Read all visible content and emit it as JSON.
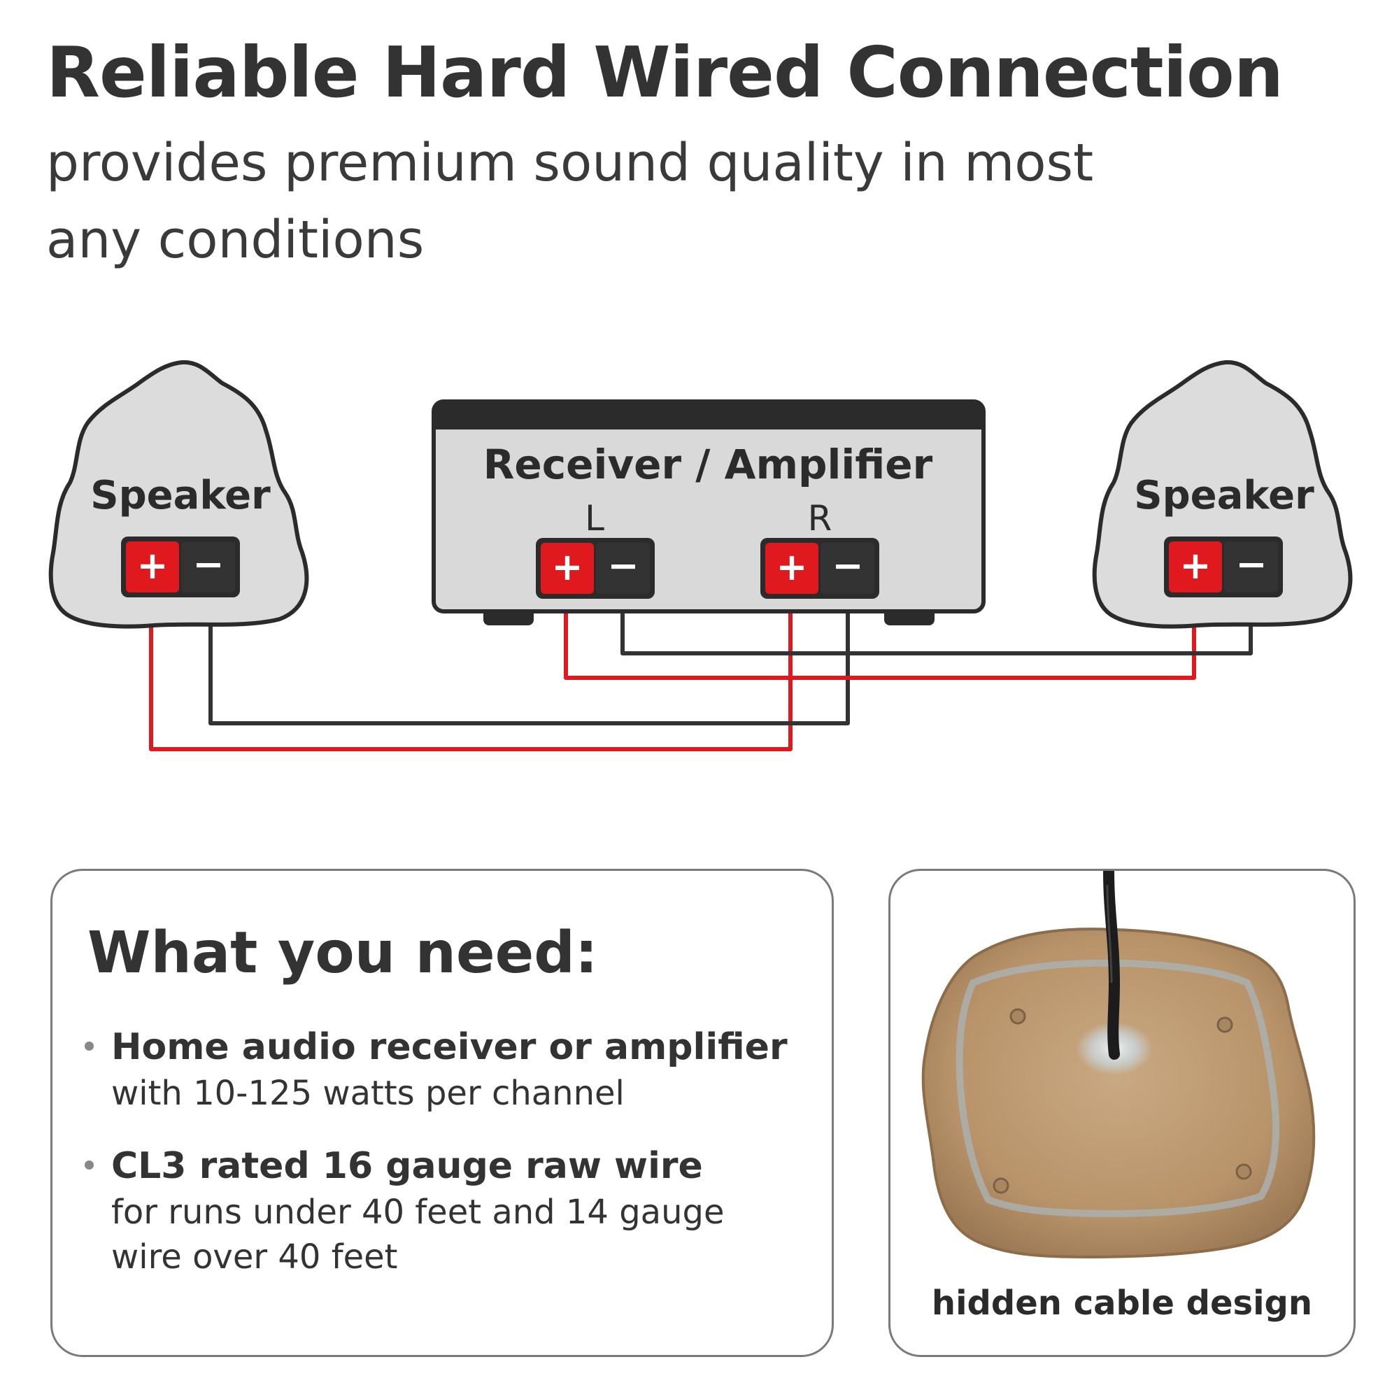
{
  "header": {
    "title": "Reliable Hard Wired Connection",
    "subtitle": "provides premium sound quality in most any conditions"
  },
  "diagram": {
    "left_speaker": {
      "label": "Speaker",
      "plus": "+",
      "minus": "−"
    },
    "right_speaker": {
      "label": "Speaker",
      "plus": "+",
      "minus": "−"
    },
    "amplifier": {
      "label": "Receiver / Amplifier",
      "left_channel": {
        "label": "L",
        "plus": "+",
        "minus": "−"
      },
      "right_channel": {
        "label": "R",
        "plus": "+",
        "minus": "−"
      }
    },
    "colors": {
      "positive_wire": "#e0191f",
      "negative_wire": "#333333",
      "speaker_fill": "#dcdcdc",
      "amp_fill": "#d9d9d9"
    }
  },
  "needs": {
    "title": "What you need:",
    "items": [
      {
        "strong": "Home audio receiver or amplifier",
        "detail": "with 10-125 watts per channel"
      },
      {
        "strong": "CL3 rated 16 gauge raw wire",
        "detail": "for runs under 40 feet and 14 gauge wire over 40 feet"
      }
    ]
  },
  "photo": {
    "caption": "hidden cable design",
    "icon": "rock-speaker-bottom-photo"
  }
}
